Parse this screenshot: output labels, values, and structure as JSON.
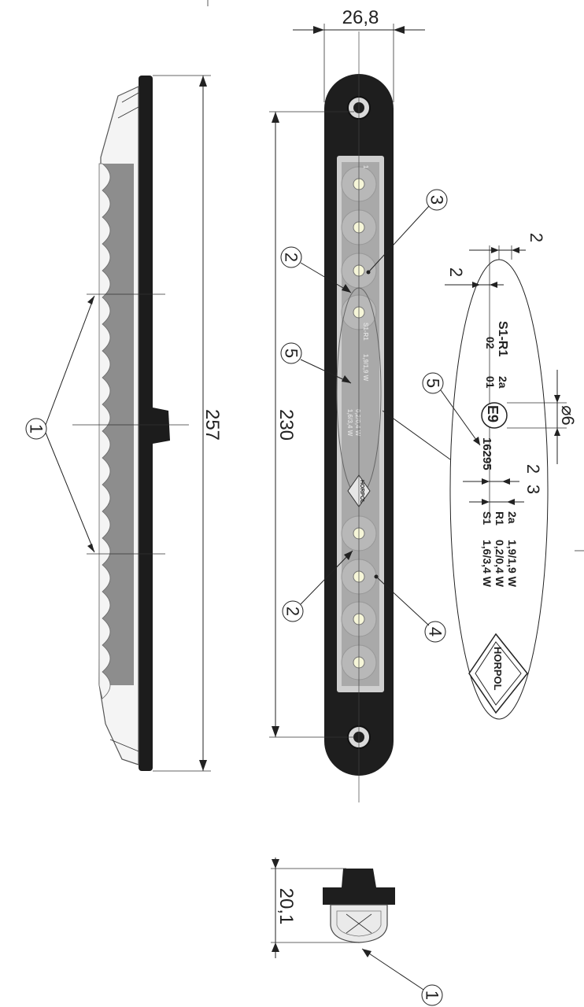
{
  "dimensions": {
    "width_top": "26,8",
    "overall_length": "257",
    "hole_spacing": "230",
    "height_bottom": "20,1",
    "detail_w_top": "2",
    "detail_w_left": "2",
    "detail_diameter": "6",
    "detail_gap_a": "2",
    "detail_gap_b": "3"
  },
  "callouts": {
    "c1_side": "1",
    "c2_upper": "2",
    "c3": "3",
    "c5_front": "5",
    "c2_lower": "2",
    "c4": "4",
    "c5_detail": "5",
    "c1_bottom": "1"
  },
  "marking": {
    "line_s1r1": "S1-R1",
    "line_02": "02",
    "line_01": "01",
    "line_2a": "2a",
    "emark_e9": "E9",
    "approval_no": "16295",
    "row_2a": "2a",
    "row_r1": "R1",
    "row_s1": "S1",
    "row_2a_val": "1,9/1,9 W",
    "row_r1_val": "0,2/0,4 W",
    "row_s1_val": "1,6/3,4 W",
    "brand": "HORPOL"
  },
  "lamp": {
    "led_numbers_first": "1"
  }
}
